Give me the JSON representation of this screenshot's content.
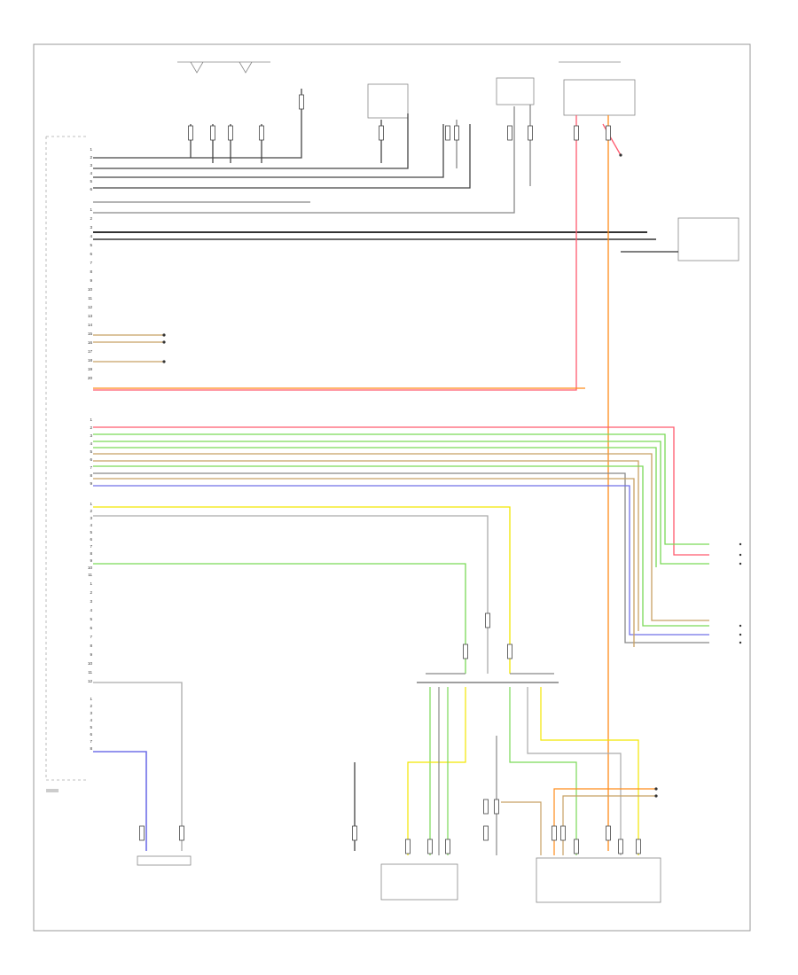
{
  "pins": {
    "group1": [
      "1",
      "2",
      "3",
      "4",
      "5",
      "6"
    ],
    "group2": [
      "1",
      "2",
      "3",
      "4",
      "5",
      "6",
      "7",
      "8",
      "9",
      "10",
      "11",
      "12",
      "13",
      "14",
      "15",
      "16",
      "17",
      "18",
      "19",
      "20"
    ],
    "group3": [
      "1",
      "2",
      "3",
      "4",
      "5",
      "6",
      "7",
      "8",
      "9"
    ],
    "group4": [
      "1",
      "2",
      "3",
      "4",
      "5",
      "6",
      "7",
      "8",
      "9",
      "10",
      "11"
    ],
    "group5": [
      "1",
      "2",
      "3",
      "4",
      "5",
      "6",
      "7",
      "8",
      "9",
      "10",
      "11",
      "12"
    ],
    "group6": [
      "1",
      "2",
      "3",
      "4",
      "5",
      "6",
      "7",
      "8"
    ]
  },
  "palette": {
    "red": "#ff5a6e",
    "orange": "#ff8c1a",
    "green": "#7ad957",
    "yellow": "#f2e600",
    "blue": "#7070e8",
    "tan": "#c8a064",
    "gray": "#888888",
    "dark": "#333333",
    "frame": "#9a9a9a"
  }
}
